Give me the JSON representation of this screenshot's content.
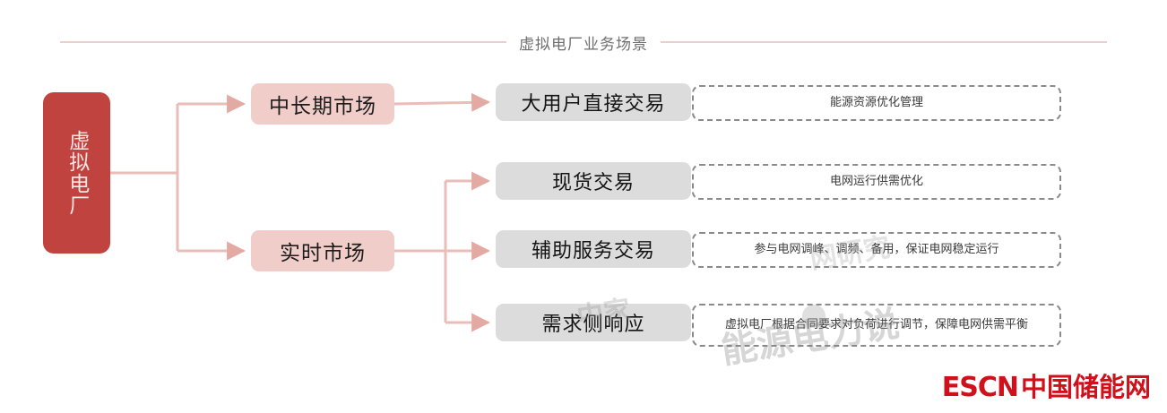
{
  "header": {
    "title": "虚拟电厂业务场景"
  },
  "root": {
    "label": "虚拟电厂"
  },
  "markets": [
    {
      "label": "中长期市场"
    },
    {
      "label": "实时市场"
    }
  ],
  "scenarios": [
    {
      "label": "大用户直接交易",
      "market": "中长期市场"
    },
    {
      "label": "现货交易",
      "market": "实时市场"
    },
    {
      "label": "辅助服务交易",
      "market": "实时市场"
    },
    {
      "label": "需求侧响应",
      "market": "实时市场"
    }
  ],
  "descriptions": [
    {
      "text": "能源资源优化管理"
    },
    {
      "text": "电网运行供需优化"
    },
    {
      "text": "参与电网调峰、调频、备用，保证电网稳定运行"
    },
    {
      "text": "虚拟电厂根据合同要求对负荷进行调节，保障电网供需平衡"
    }
  ],
  "watermarks": {
    "primary": "能源电力说",
    "secondary": "中家",
    "tertiary": "网研究"
  },
  "footer": {
    "logo_latin": "ESCN",
    "logo_cn": "中国储能网"
  },
  "colors": {
    "root_box": "#c0433f",
    "market_box": "#f0cdc8",
    "scene_box": "#dcdcdc",
    "connector": "#e3b3ae",
    "rule": "#eccfcd",
    "logo": "#d0111b"
  }
}
